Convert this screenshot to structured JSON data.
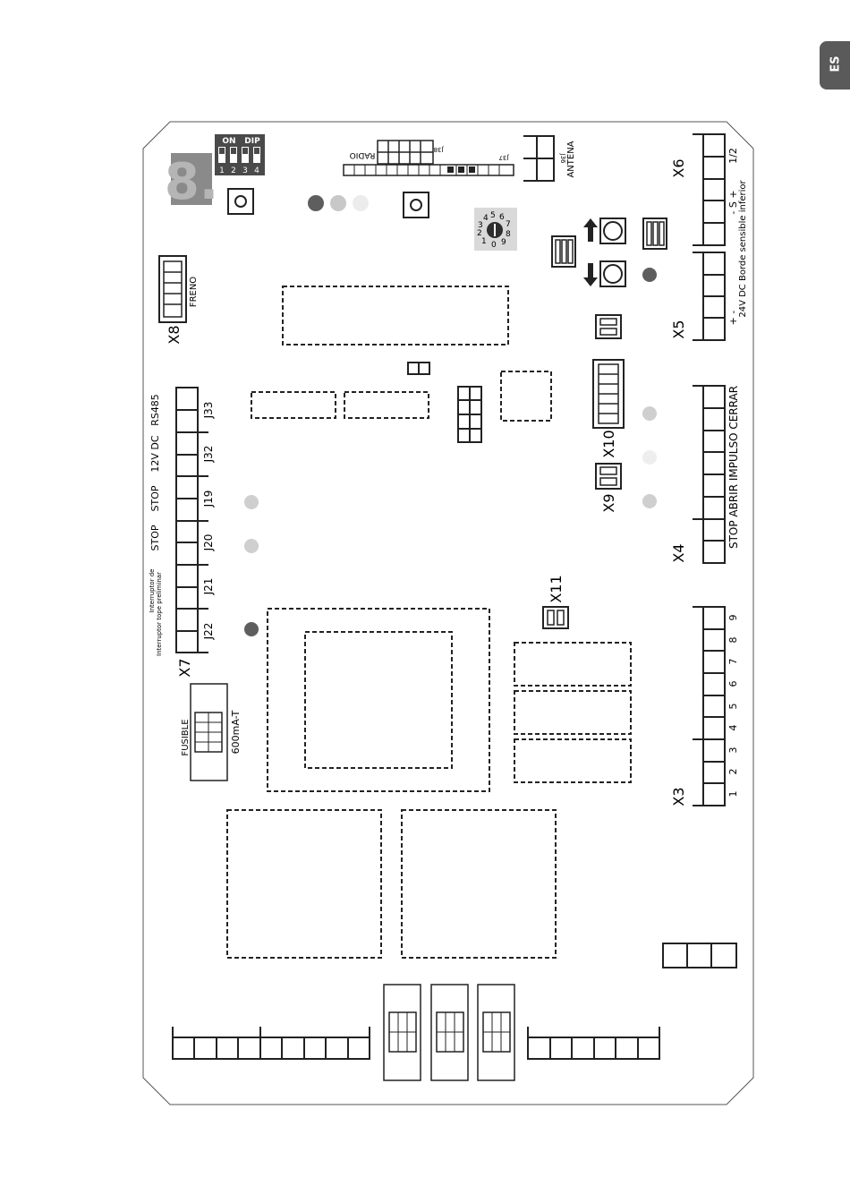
{
  "language_tab": "ES",
  "board": {
    "display": "8.",
    "dip": {
      "on": "ON",
      "dip": "DIP",
      "numbers": [
        "1",
        "2",
        "3",
        "4"
      ]
    },
    "connectors": {
      "radio": "RADIO",
      "j38": "J38",
      "j37": "J37",
      "j36": "J36",
      "antena": "ANTENA",
      "freno": "FRENO",
      "x8": "X8",
      "x7": "X7",
      "x6": "X6",
      "x5": "X5",
      "x4": "X4",
      "x3": "X3",
      "x9": "X9",
      "x10": "X10",
      "x11": "X11",
      "fusible": "FUSIBLE",
      "fuse_rating": "600mA-T"
    },
    "x7_labels": {
      "rs485": "RS485",
      "v12": "12V DC",
      "stop1": "STOP",
      "stop2": "STOP",
      "interruptor1": "Interruptor de",
      "interruptor2": "Interruptor tope preliminar"
    },
    "j_labels": [
      "J33",
      "J32",
      "J19",
      "J20",
      "J21",
      "J22"
    ],
    "x6_labels": "1/2",
    "x6_signs": "- S +",
    "x56_caption": "24V DC Borde sensible inferior",
    "x5_signs": "+ -",
    "x4_labels": "STOP ABRIR IMPULSO CERRAR",
    "x3_numbers": [
      "1",
      "2",
      "3",
      "4",
      "5",
      "6",
      "7",
      "8",
      "9"
    ],
    "rotary_digits": [
      "0",
      "1",
      "2",
      "3",
      "4",
      "5",
      "6",
      "7",
      "8",
      "9"
    ]
  }
}
